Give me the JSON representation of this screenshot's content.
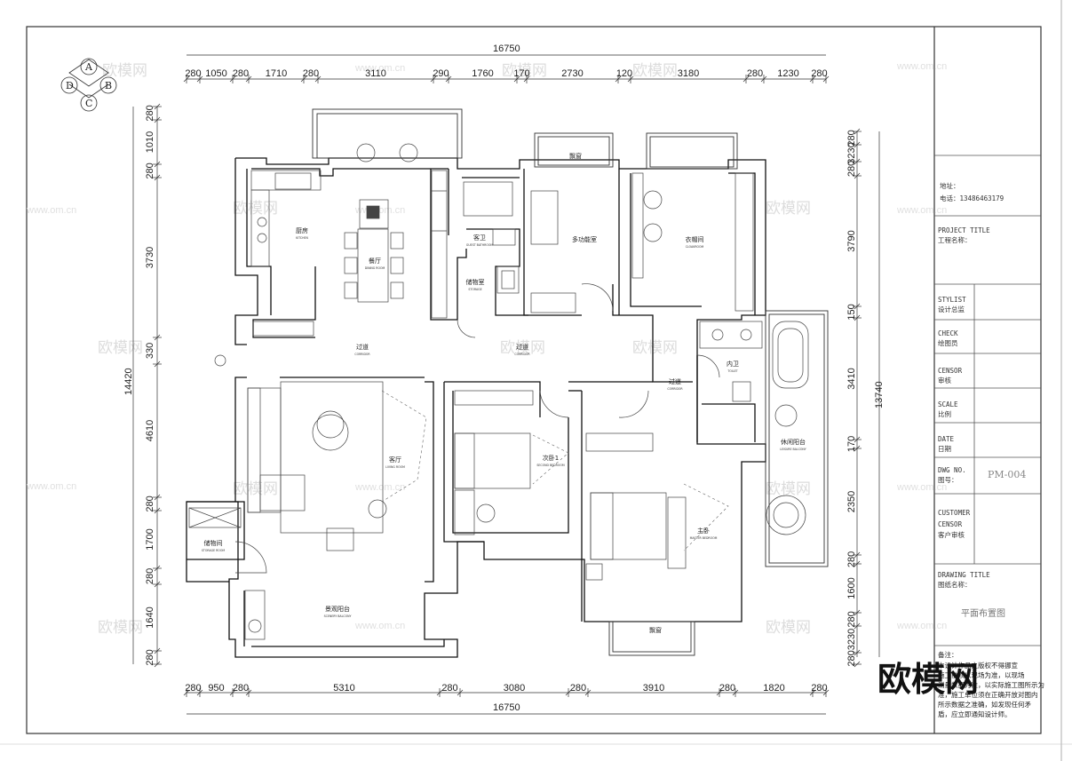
{
  "plan": {
    "overall_width": "16750",
    "overall_height": "14420",
    "right_overall": "13740",
    "top_dims": [
      "280",
      "1050",
      "280",
      "1710",
      "280",
      "3110",
      "290",
      "1760",
      "170",
      "2730",
      "120",
      "3180",
      "280",
      "1230",
      "280"
    ],
    "bottom_dims": [
      "280",
      "950",
      "280",
      "5310",
      "280",
      "3080",
      "280",
      "3910",
      "280",
      "1820",
      "280"
    ],
    "left_dims": [
      "280",
      "1010",
      "280",
      "3730",
      "330",
      "4610",
      "280",
      "1700",
      "280",
      "1640",
      "280"
    ],
    "right_dims": [
      "280",
      "3230",
      "280",
      "3790",
      "150",
      "3410",
      "170",
      "2350",
      "280",
      "1600",
      "280",
      "3230",
      "280"
    ],
    "compass": [
      "A",
      "B",
      "C",
      "D"
    ]
  },
  "rooms": [
    {
      "name": "厨房",
      "sub": "KITCHEN"
    },
    {
      "name": "餐厅",
      "sub": "DINING ROOM"
    },
    {
      "name": "客卫",
      "sub": "GUEST BATHROOM"
    },
    {
      "name": "多功能室",
      "sub": ""
    },
    {
      "name": "衣帽间",
      "sub": "CLOAKROOM"
    },
    {
      "name": "储物室",
      "sub": "STORAGE"
    },
    {
      "name": "过道",
      "sub": "CORRIDOR"
    },
    {
      "name": "过道",
      "sub": "CORRIDOR"
    },
    {
      "name": "内卫",
      "sub": "TOILET"
    },
    {
      "name": "过道",
      "sub": "CORRIDOR"
    },
    {
      "name": "客厅",
      "sub": "LIVING ROOM"
    },
    {
      "name": "次卧1",
      "sub": "SECOND BEDROOM"
    },
    {
      "name": "主卧",
      "sub": "MASTER BEDROOM"
    },
    {
      "name": "休闲阳台",
      "sub": "LEISURE BALCONY"
    },
    {
      "name": "储物间",
      "sub": "STORAGE ROOM"
    },
    {
      "name": "景观阳台",
      "sub": "SCENERY BALCONY"
    },
    {
      "name": "飘窗",
      "sub": ""
    },
    {
      "name": "飘窗",
      "sub": ""
    }
  ],
  "title_block": {
    "address": "地址：",
    "phone": "电话：13486463179",
    "project_title_en": "PROJECT TITLE",
    "project_title_cn": "工程名称：",
    "stylist_en": "STYLIST",
    "stylist_cn": "设计总监",
    "check_en": "CHECK",
    "check_cn": "绘图员",
    "censor_en": "CENSOR",
    "censor_cn": "审核",
    "scale_en": "SCALE",
    "scale_cn": "比例",
    "date_en": "DATE",
    "date_cn": "日期",
    "dwg_en": "DWG NO.",
    "dwg_cn": "图号：",
    "dwg_no": "PM-004",
    "customer_en": "CUSTOMER",
    "censor2_en": "CENSOR",
    "customer_cn": "客户审核",
    "drawing_title_en": "DRAWING TITLE",
    "drawing_title_cn": "图纸名称：",
    "drawing_name": "平面布置图",
    "notes_label": "备注：",
    "notes": [
      "本设计作品之版权不得挪宣",
      "施工前须以现场为准，以现场",
      "测量数据为准，以实际施工图所示为",
      "准，施工单位须在正确开放对图内",
      "所示数据之准确，如发现任何矛",
      "盾，应立即通知设计师。"
    ]
  },
  "watermarks": {
    "brand": "欧模网",
    "url": "www.om.cn",
    "big_brand": "欧模网"
  }
}
